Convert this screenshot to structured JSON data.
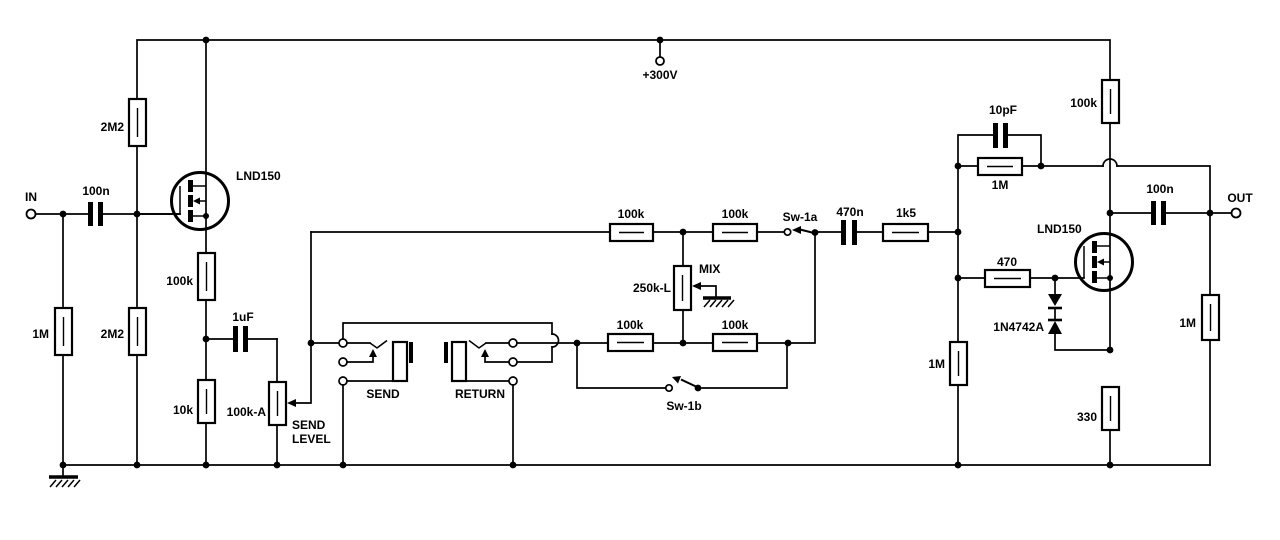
{
  "diagram": {
    "power": {
      "rail": "+300V"
    },
    "io": {
      "in": "IN",
      "out": "OUT"
    },
    "stage1": {
      "c_in": "100n",
      "r_in": "1M",
      "r_bias_top": "2M2",
      "r_bias_bot": "2M2",
      "q": "LND150",
      "r_src1": "100k",
      "r_src2": "10k"
    },
    "send": {
      "c": "1uF",
      "pot": "100k-A",
      "cap1": "SEND",
      "cap2": "LEVEL",
      "jack_send": "SEND",
      "jack_return": "RETURN"
    },
    "mix": {
      "r_tl": "100k",
      "r_tr": "100k",
      "r_bl": "100k",
      "r_br": "100k",
      "pot": "250k-L",
      "name": "MIX",
      "sw_a": "Sw-1a",
      "sw_b": "Sw-1b"
    },
    "stage2": {
      "c_couple": "470n",
      "r_series": "1k5",
      "c_fb": "10pF",
      "r_fb": "1M",
      "r_drain": "100k",
      "q": "LND150",
      "r_gate": "470",
      "d": "1N4742A",
      "r_gate_gnd": "1M",
      "r_src": "330"
    },
    "output": {
      "c_out": "100n",
      "r_out": "1M"
    }
  }
}
